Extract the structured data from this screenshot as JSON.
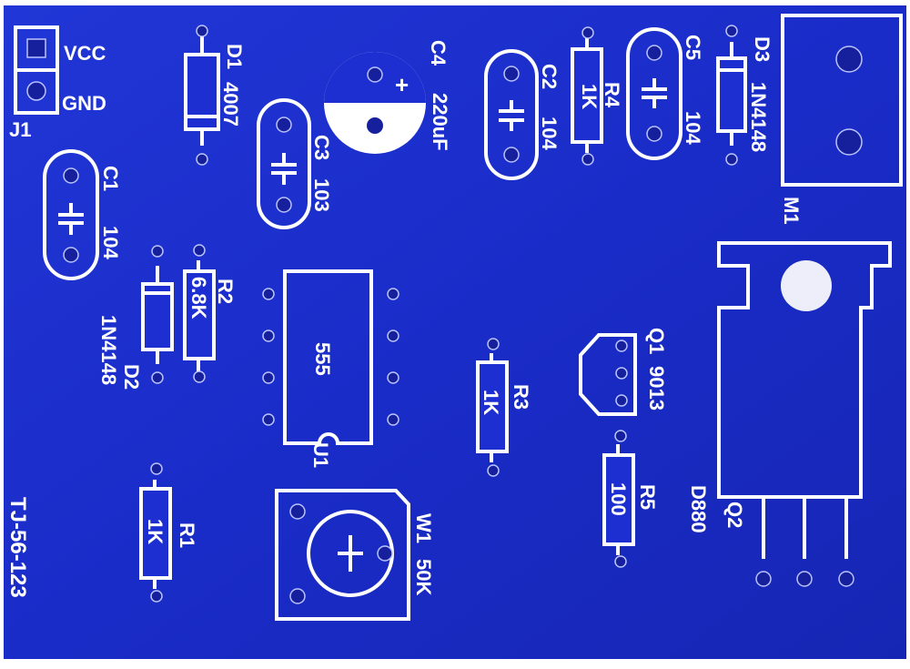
{
  "colors": {
    "board": "#1d2fd0",
    "silkscreen": "#ffffff",
    "pad": "#17209c"
  },
  "board_id": "TJ-56-123",
  "j1": {
    "ref": "J1",
    "pin1": "VCC",
    "pin2": "GND"
  },
  "d1": {
    "ref": "D1",
    "value": "4007"
  },
  "c4": {
    "ref": "C4",
    "value": "220uF",
    "polarity": "+"
  },
  "c3": {
    "ref": "C3",
    "value": "103"
  },
  "c2": {
    "ref": "C2",
    "value": "104"
  },
  "r4": {
    "ref": "R4",
    "value": "1K"
  },
  "c5": {
    "ref": "C5",
    "value": "104"
  },
  "d3": {
    "ref": "D3",
    "value": "1N4148"
  },
  "m1": {
    "ref": "M1"
  },
  "c1": {
    "ref": "C1",
    "value": "104"
  },
  "r2": {
    "ref": "R2",
    "value": "6.8K"
  },
  "d2": {
    "ref": "D2",
    "value": "1N4148"
  },
  "u1": {
    "ref": "U1",
    "value": "555"
  },
  "r3": {
    "ref": "R3",
    "value": "1K"
  },
  "q1": {
    "ref": "Q1",
    "value": "9013"
  },
  "r5": {
    "ref": "R5",
    "value": "100"
  },
  "q2": {
    "ref": "Q2",
    "value": "D880"
  },
  "r1": {
    "ref": "R1",
    "value": "1K"
  },
  "w1": {
    "ref": "W1",
    "value": "50K"
  }
}
